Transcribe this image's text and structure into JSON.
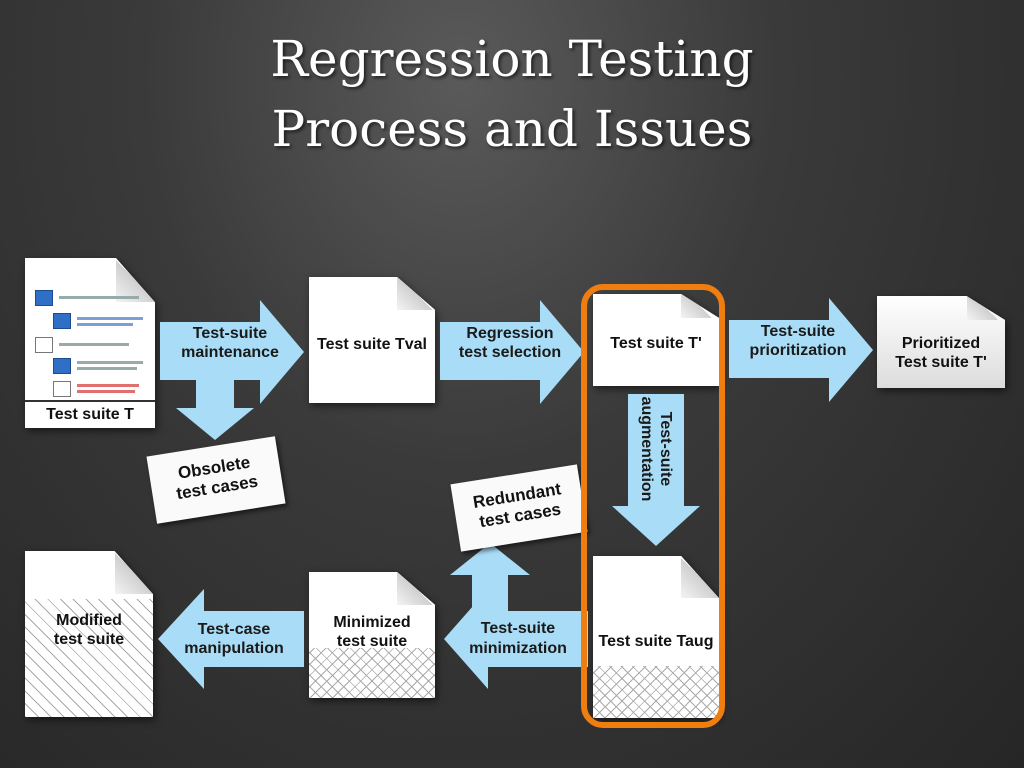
{
  "title": {
    "line1": "Regression Testing",
    "line2": "Process and Issues"
  },
  "documents": {
    "test_suite_t": "Test suite T",
    "test_suite_tval": "Test suite Tval",
    "test_suite_t_prime": "Test suite T'",
    "prioritized_line1": "Prioritized",
    "prioritized_line2": "Test suite T'",
    "test_suite_taug": "Test suite Taug",
    "minimized_line1": "Minimized",
    "minimized_line2": "test suite",
    "modified_line1": "Modified",
    "modified_line2": "test suite"
  },
  "arrows": {
    "maintenance_line1": "Test-suite",
    "maintenance_line2": "maintenance",
    "selection_line1": "Regression",
    "selection_line2": "test selection",
    "prioritization_line1": "Test-suite",
    "prioritization_line2": "prioritization",
    "augmentation_line1": "Test-suite",
    "augmentation_line2": "augmentation",
    "minimization_line1": "Test-suite",
    "minimization_line2": "minimization",
    "manipulation_line1": "Test-case",
    "manipulation_line2": "manipulation"
  },
  "tags": {
    "obsolete_line1": "Obsolete",
    "obsolete_line2": "test cases",
    "redundant_line1": "Redundant",
    "redundant_line2": "test cases"
  },
  "colors": {
    "arrow_fill": "#a9dcf6",
    "highlight": "#f07d10"
  }
}
